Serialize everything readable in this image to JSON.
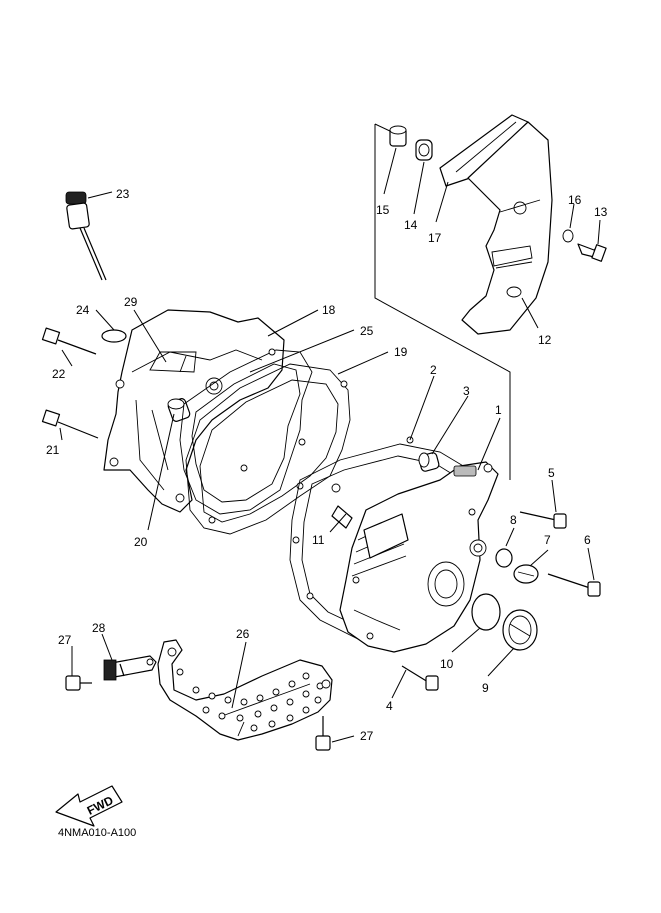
{
  "diagram_code": "4NMA010-A100",
  "fwd_label": "FWD",
  "callouts": [
    "1",
    "2",
    "3",
    "4",
    "5",
    "6",
    "7",
    "8",
    "9",
    "10",
    "11",
    "12",
    "13",
    "14",
    "15",
    "16",
    "17",
    "18",
    "19",
    "20",
    "21",
    "22",
    "23",
    "24",
    "25",
    "26",
    "27",
    "28",
    "29"
  ],
  "callout_27b": "27"
}
